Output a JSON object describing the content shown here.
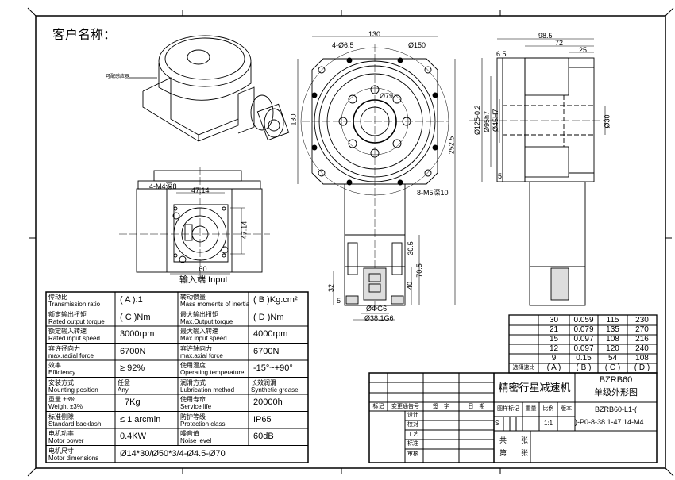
{
  "customer_label": "客户名称：",
  "iso_callout": "可配感应器",
  "input_label": "输入端 Input",
  "dims": {
    "front_width": "130",
    "front_height": "130",
    "bolt_holes": "4-Ø6.5",
    "pcd_150": "Ø150",
    "pcd_79": "Ø79",
    "tapped": "8-M5深10",
    "total_length": "252.5",
    "len_30_5": "30.5",
    "len_70_5": "70.5",
    "len_40": "40",
    "len_32": "32",
    "len_5": "5",
    "shaft_d": "ØΦG6",
    "shaft_d2": "Ø38.1G6",
    "side_98_5": "98.5",
    "side_72": "72",
    "side_25": "25",
    "side_6_5": "6.5",
    "side_5": "5",
    "side_d125": "Ø125-0.2",
    "side_d95": "Ø95h7",
    "side_d45": "Ø45H7",
    "side_d30": "Ø30",
    "input_tap": "4-M4深8",
    "input_47_14": "47.14",
    "input_47_14_v": "47.14",
    "input_60": "□60"
  },
  "spec_table": [
    {
      "l1_cn": "传动比",
      "l1_en": "Transmission ratio",
      "v1": "( A ):1",
      "l2_cn": "转动惯量",
      "l2_en": "Mass moments of inertia",
      "v2": "( B )Kg.cm²"
    },
    {
      "l1_cn": "额定输出扭矩",
      "l1_en": "Rated output torque",
      "v1": "( C )Nm",
      "l2_cn": "最大输出扭矩",
      "l2_en": "Max.Output torque",
      "v2": "( D )Nm"
    },
    {
      "l1_cn": "额定输入转速",
      "l1_en": "Rated input speed",
      "v1": "3000rpm",
      "l2_cn": "最大输入转速",
      "l2_en": "Max input speed",
      "v2": "4000rpm"
    },
    {
      "l1_cn": "容许径向力",
      "l1_en": "max.radial force",
      "v1": "6700N",
      "l2_cn": "容许轴向力",
      "l2_en": "max.axial force",
      "v2": "6700N"
    },
    {
      "l1_cn": "效率",
      "l1_en": "Efficiency",
      "v1": "≥ 92%",
      "l2_cn": "使用温度",
      "l2_en": "Operating temperature",
      "v2": "-15°~+90°"
    },
    {
      "l1_cn": "安装方式",
      "l1_en": "Mounting position",
      "v1_cn": "任意",
      "v1_en": "Any",
      "l2_cn": "润滑方式",
      "l2_en": "Lubrication method",
      "v2_cn": "长效润滑",
      "v2_en": "Synthetic grease"
    },
    {
      "l1_cn": "重量 ±3%",
      "l1_en": "Weight ±3%",
      "v1": "7Kg",
      "l2_cn": "使用寿命",
      "l2_en": "Service life",
      "v2": "20000h"
    },
    {
      "l1_cn": "标准侧隙",
      "l1_en": "Standard backlash",
      "v1": "≤ 1 arcmin",
      "l2_cn": "防护等级",
      "l2_en": "Protection class",
      "v2": "IP65"
    },
    {
      "l1_cn": "电机功率",
      "l1_en": "Motor power",
      "v1": "0.4KW",
      "l2_cn": "噪音值",
      "l2_en": "Noise level",
      "v2": "60dB"
    }
  ],
  "motor_dim": {
    "cn": "电机尺寸",
    "en": "Motor dimensions",
    "value": "Ø14*30/Ø50*3/4-Ø4.5-Ø70"
  },
  "ratio_table": {
    "rows": [
      [
        "30",
        "0.059",
        "115",
        "230"
      ],
      [
        "21",
        "0.079",
        "135",
        "270"
      ],
      [
        "15",
        "0.097",
        "108",
        "216"
      ],
      [
        "12",
        "0.097",
        "120",
        "240"
      ],
      [
        "9",
        "0.15",
        "54",
        "108"
      ]
    ],
    "footer_label": "选择速比",
    "footer": [
      "( A )",
      "( B )",
      "( C )",
      "( D )"
    ]
  },
  "title_block": {
    "headers": [
      "标记",
      "变更通告号",
      "签　字",
      "日　期"
    ],
    "roles": [
      "设计",
      "校对",
      "工艺",
      "标准",
      "审核"
    ],
    "product_name": "精密行星减速机",
    "model": "BZRB60",
    "drawing_type": "单级外形图",
    "meta_headers": [
      "图样标记",
      "重量",
      "比例",
      "版本"
    ],
    "mark": "S",
    "scale": "1:1",
    "code_line1": "BZRB60-L1-(",
    "code_line2": ")-P0-8-38.1-47.14-M4",
    "total_sheets": "共　　张",
    "sheet_no": "第　　张"
  }
}
